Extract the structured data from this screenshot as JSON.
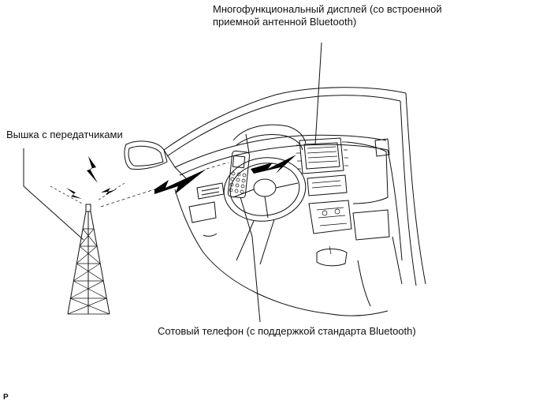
{
  "labels": {
    "display_line1": "Многофункциональный дисплей (со встроенной",
    "display_line2": "приемной антенной Bluetooth)",
    "tower": "Вышка с передатчиками",
    "phone": "Сотовый телефон (с поддержкой стандарта Bluetooth)",
    "code": "P"
  },
  "colors": {
    "line": "#111111",
    "background": "#ffffff"
  }
}
